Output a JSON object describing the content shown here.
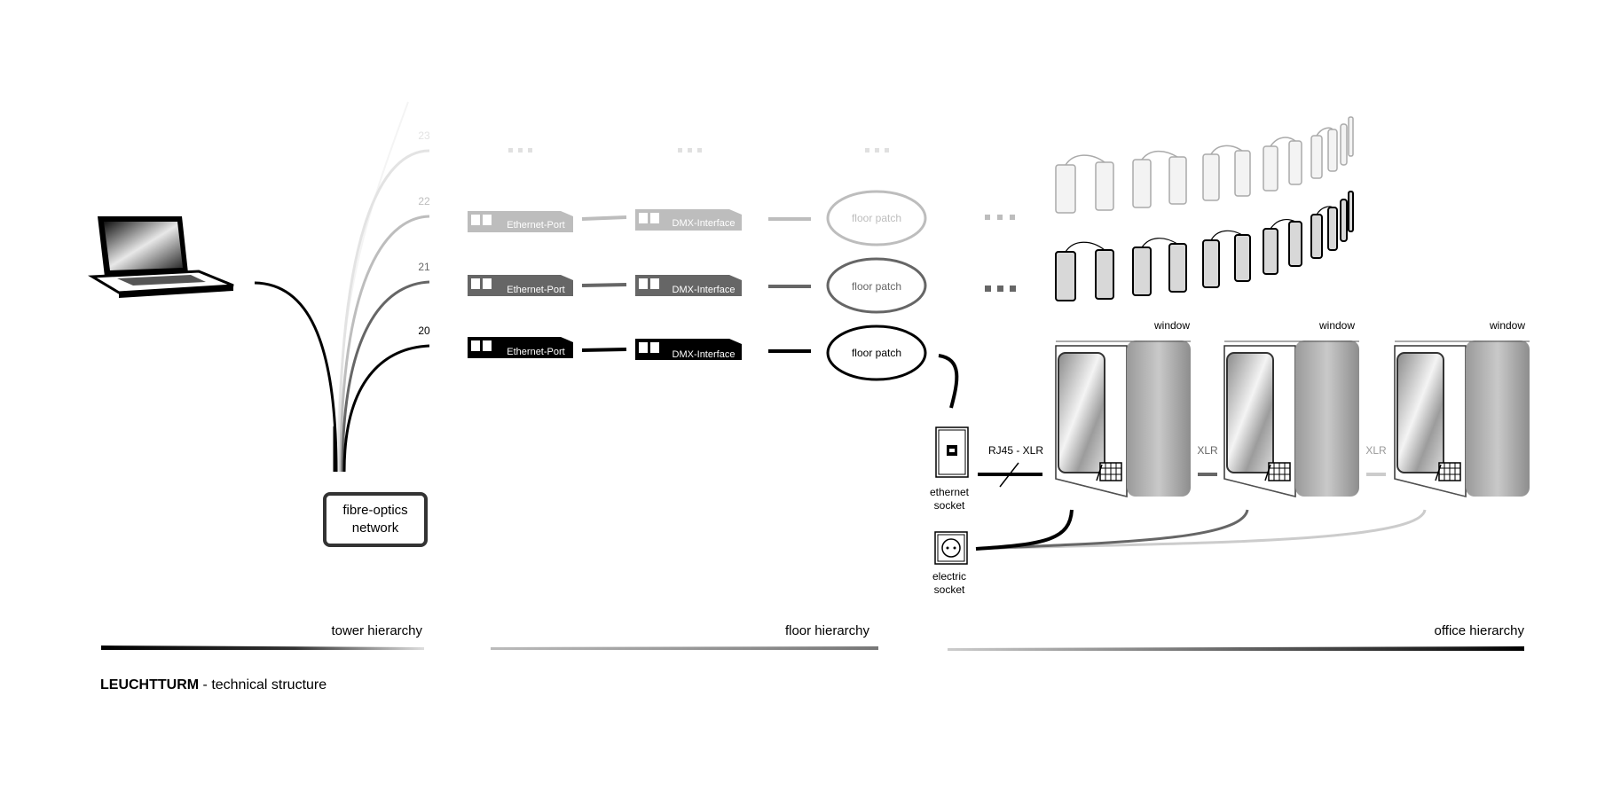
{
  "floors": [
    {
      "number": "20",
      "ethernet_port": "Ethernet-Port",
      "dmx_interface": "DMX-Interface",
      "floor_patch": "floor patch",
      "color": "#000000"
    },
    {
      "number": "21",
      "ethernet_port": "Ethernet-Port",
      "dmx_interface": "DMX-Interface",
      "floor_patch": "floor patch",
      "color": "#666666"
    },
    {
      "number": "22",
      "ethernet_port": "Ethernet-Port",
      "dmx_interface": "DMX-Interface",
      "floor_patch": "floor patch",
      "color": "#bdbdbd"
    },
    {
      "number": "23",
      "color": "#e3e3e3"
    }
  ],
  "network": {
    "label_line1": "fibre-optics",
    "label_line2": "network"
  },
  "sockets": {
    "ethernet_line1": "ethernet",
    "ethernet_line2": "socket",
    "electric_line1": "electric",
    "electric_line2": "socket"
  },
  "cables": {
    "rj45_xlr": "RJ45 - XLR",
    "xlr_1": "XLR",
    "xlr_2": "XLR"
  },
  "offices": [
    {
      "window": "window"
    },
    {
      "window": "window"
    },
    {
      "window": "window"
    }
  ],
  "hierarchies": {
    "tower": "tower hierarchy",
    "floor": "floor hierarchy",
    "office": "office hierarchy"
  },
  "caption": {
    "bold": "LEUCHTTURM",
    "rest": " - technical structure"
  }
}
